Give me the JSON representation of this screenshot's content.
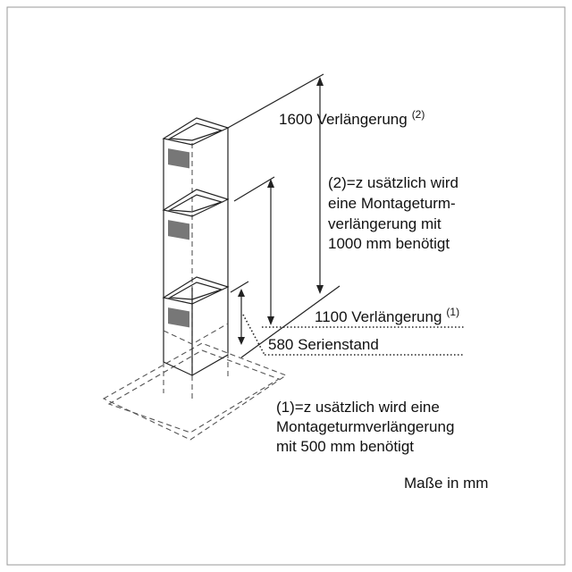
{
  "labels": {
    "ext_1600": "1600 Verlängerung",
    "ext_1600_note": "(2)",
    "note2": [
      "(2)=z usätzlich wird",
      "eine Montageturm-",
      "verlängerung mit",
      "1000 mm benötigt"
    ],
    "ext_1100": "1100 Verlängerung",
    "ext_1100_note": "(1)",
    "standard_580": "580 Serienstand",
    "note1": [
      "(1)=z usätzlich wird eine",
      "Montageturmverlängerung",
      "mit 500 mm benötigt"
    ],
    "units": "Maße in mm"
  }
}
